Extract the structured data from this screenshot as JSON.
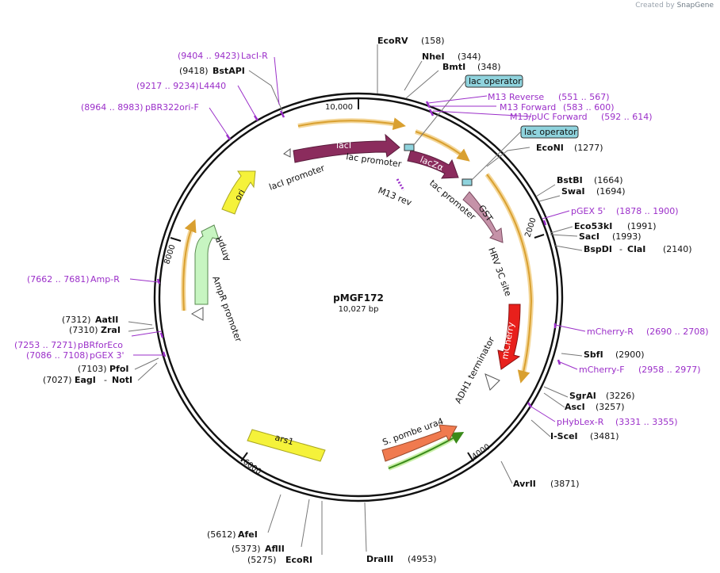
{
  "credit": {
    "prefix": "Created by",
    "brand": "SnapGene"
  },
  "plasmid": {
    "name": "pMGF172",
    "size": "10,027 bp"
  },
  "ticks": [
    {
      "label": "10,000",
      "bp": 10000
    },
    {
      "label": "2000",
      "bp": 2000
    },
    {
      "label": "4000",
      "bp": 4000
    },
    {
      "label": "6000",
      "bp": 6000
    },
    {
      "label": "8000",
      "bp": 8000
    }
  ],
  "sites": [
    {
      "name": "EcoRV",
      "pos": "(158)"
    },
    {
      "name": "NheI",
      "pos": "(344)"
    },
    {
      "name": "BmtI",
      "pos": "(348)"
    },
    {
      "name": "EcoNI",
      "pos": "(1277)"
    },
    {
      "name": "BstBI",
      "pos": "(1664)"
    },
    {
      "name": "SwaI",
      "pos": "(1694)"
    },
    {
      "name": "Eco53kI",
      "pos": "(1991)"
    },
    {
      "name": "SacI",
      "pos": "(1993)"
    },
    {
      "name": "BspDI",
      "name2": "ClaI",
      "pos": "(2140)"
    },
    {
      "name": "SbfI",
      "pos": "(2900)"
    },
    {
      "name": "SgrAI",
      "pos": "(3226)"
    },
    {
      "name": "AscI",
      "pos": "(3257)"
    },
    {
      "name": "I-SceI",
      "pos": "(3481)"
    },
    {
      "name": "AvrII",
      "pos": "(3871)"
    },
    {
      "name": "DraIII",
      "pos": "(4953)"
    },
    {
      "name": "EcoRI",
      "pos": "(5275)"
    },
    {
      "name": "AflII",
      "pos": "(5373)"
    },
    {
      "name": "AfeI",
      "pos": "(5612)"
    },
    {
      "name": "EagI",
      "name2": "NotI",
      "pos": "(7027)"
    },
    {
      "name": "PfoI",
      "pos": "(7103)"
    },
    {
      "name": "ZraI",
      "pos": "(7310)"
    },
    {
      "name": "AatII",
      "pos": "(7312)"
    },
    {
      "name": "BstAPI",
      "pos": "(9418)"
    }
  ],
  "primers": [
    {
      "name": "M13 Reverse",
      "range": "(551 .. 567)"
    },
    {
      "name": "M13 Forward",
      "range": "(583 .. 600)"
    },
    {
      "name": "M13/pUC Forward",
      "range": "(592 .. 614)"
    },
    {
      "name": "pGEX 5'",
      "range": "(1878 .. 1900)"
    },
    {
      "name": "mCherry-R",
      "range": "(2690 .. 2708)"
    },
    {
      "name": "mCherry-F",
      "range": "(2958 .. 2977)"
    },
    {
      "name": "pHybLex-R",
      "range": "(3331 .. 3355)"
    },
    {
      "name": "pGEX 3'",
      "range": "(7086 .. 7108)"
    },
    {
      "name": "pBRforEco",
      "range": "(7253 .. 7271)"
    },
    {
      "name": "Amp-R",
      "range": "(7662 .. 7681)"
    },
    {
      "name": "pBR322ori-F",
      "range": "(8964 .. 8983)"
    },
    {
      "name": "L4440",
      "range": "(9217 .. 9234)"
    },
    {
      "name": "LacI-R",
      "range": "(9404 .. 9423)"
    }
  ],
  "operators": [
    "lac operator",
    "lac operator"
  ],
  "features": {
    "laci": "lacI",
    "lacz": "lacZα",
    "gst": "GST",
    "mcherry": "mCherry",
    "ura4": "S. pombe ura4",
    "ars1": "ars1",
    "ampr": "AmpR",
    "ori": "ori",
    "laci_promoter": "lacI promoter",
    "lac_promoter": "lac promoter",
    "m13_rev": "M13 rev",
    "tac_promoter": "tac promoter",
    "hrv": "HRV 3C site",
    "adh1": "ADH1 terminator",
    "ampr_promoter": "AmpR promoter"
  },
  "colors": {
    "primer": "#9b2fc9",
    "laci": "#8b2c5d",
    "lacz": "#8b2c5d",
    "gst": "#c592a8",
    "mcherry": "#e8201c",
    "ura4": "#f07a4f",
    "ars1": "#f5f23a",
    "ampr": "#c7f5c1",
    "ori": "#f5f23a",
    "orange_arc": "#d9a030",
    "operator_fill": "#8fd3dd"
  }
}
